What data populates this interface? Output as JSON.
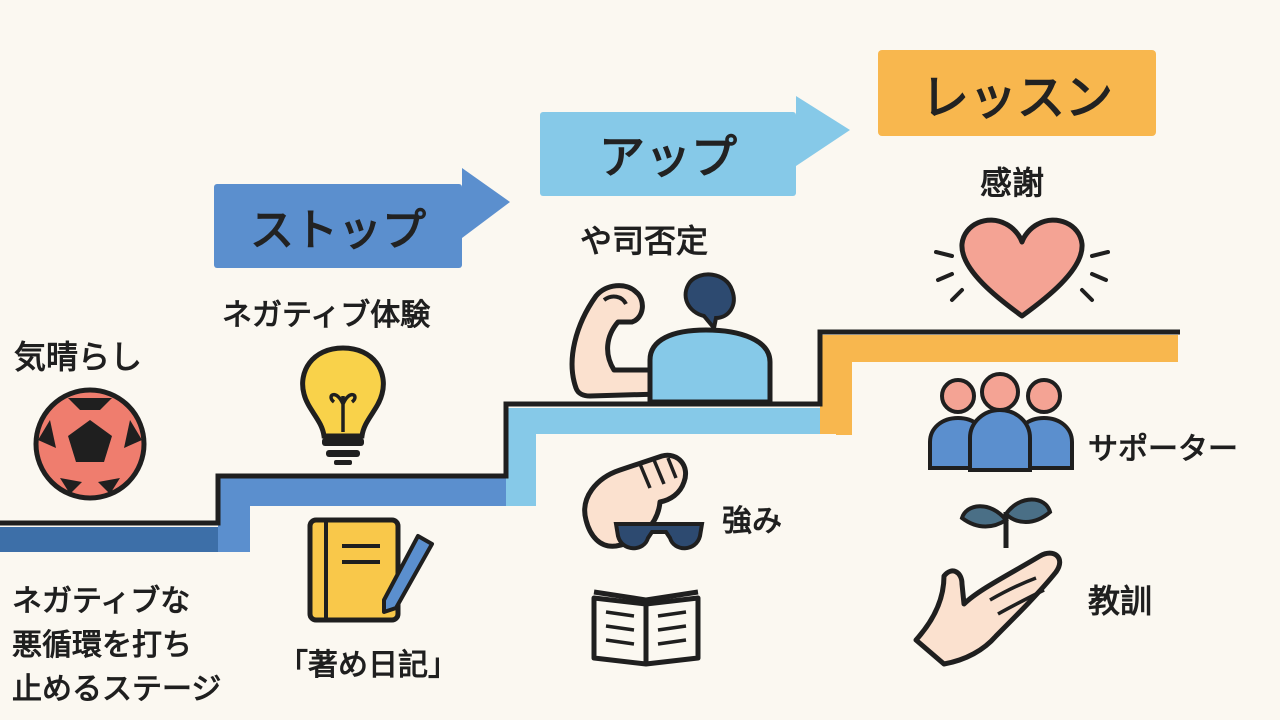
{
  "stages": {
    "stop": {
      "label": "ストップ",
      "color": "#5b8fce"
    },
    "up": {
      "label": "アップ",
      "color": "#86c9e8"
    },
    "lesson": {
      "label": "レッスン",
      "color": "#f8b74e"
    }
  },
  "labels": {
    "distraction": "気晴らし",
    "negative_experience": "ネガティブ体験",
    "self_denial": "や司否定",
    "gratitude": "感謝",
    "supporter": "サポーター",
    "strength": "強み",
    "lesson_learned": "教訓",
    "diary": "「著め日記」",
    "stage_desc": [
      "ネガティブな",
      "悪循環を打ち",
      "止めるステージ"
    ]
  },
  "colors": {
    "background": "#fbf8f1",
    "line": "#1f1f1f",
    "step_blue_dark": "#3d6fa8",
    "heart": "#f4a394",
    "ball": "#ef7d6e",
    "bulb": "#f9d24a",
    "notebook": "#f9c84a",
    "skin": "#fbe1cf"
  },
  "icons": [
    "soccer-ball-icon",
    "lightbulb-icon",
    "notebook-pen-icon",
    "flexing-arm-icon",
    "person-icon",
    "fist-icon",
    "sunglasses-icon",
    "open-book-icon",
    "heart-icon",
    "people-group-icon",
    "seedling-hand-icon"
  ]
}
